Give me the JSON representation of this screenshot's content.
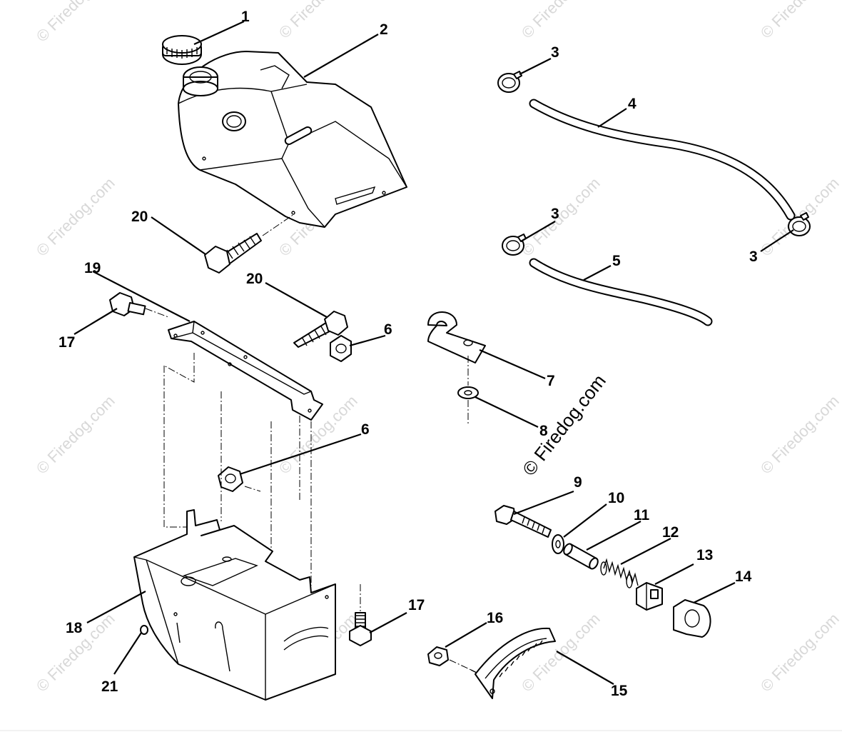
{
  "watermark": {
    "text": "© Firedog.com"
  },
  "callouts": {
    "c1": "1",
    "c2": "2",
    "c3a": "3",
    "c3b": "3",
    "c3c": "3",
    "c4": "4",
    "c5": "5",
    "c6a": "6",
    "c6b": "6",
    "c7": "7",
    "c8": "8",
    "c9": "9",
    "c10": "10",
    "c11": "11",
    "c12": "12",
    "c13": "13",
    "c14": "14",
    "c15": "15",
    "c16": "16",
    "c17a": "17",
    "c17b": "17",
    "c18": "18",
    "c19": "19",
    "c20a": "20",
    "c20b": "20",
    "c21": "21"
  }
}
